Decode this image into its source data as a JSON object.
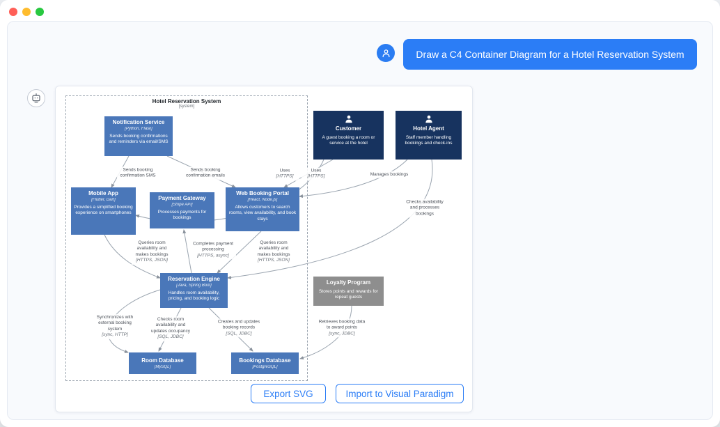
{
  "chat": {
    "prompt": "Draw a C4 Container Diagram for a Hotel Reservation System"
  },
  "icons": {
    "assistant": "bot-icon",
    "user": "person-icon"
  },
  "colors": {
    "container_blue": "#4a77b9",
    "actor_navy": "#17335f",
    "external_gray": "#8e8e8e",
    "accent_blue": "#2b7df6",
    "traffic_red": "#ff5f57",
    "traffic_yellow": "#febc2e",
    "traffic_green": "#28c840"
  },
  "diagram": {
    "boundary_title": "Hotel Reservation System",
    "boundary_subtitle": "[system]",
    "nodes": {
      "notification_service": {
        "title": "Notification Service",
        "tech": "[Python, Flask]",
        "desc": "Sends booking confirmations and reminders via email/SMS"
      },
      "customer": {
        "title": "Customer",
        "desc": "A guest booking a room or service at the hotel"
      },
      "hotel_agent": {
        "title": "Hotel Agent",
        "desc": "Staff member handling bookings and check-ins"
      },
      "mobile_app": {
        "title": "Mobile App",
        "tech": "[Flutter, Dart]",
        "desc": "Provides a simplified booking experience on smartphones"
      },
      "payment_gateway": {
        "title": "Payment Gateway",
        "tech": "[Stripe API]",
        "desc": "Processes payments for bookings"
      },
      "web_booking_portal": {
        "title": "Web Booking Portal",
        "tech": "[React, Node.js]",
        "desc": "Allows customers to search rooms, view availability, and book stays"
      },
      "reservation_engine": {
        "title": "Reservation Engine",
        "tech": "[Java, Spring Boot]",
        "desc": "Handles room availability, pricing, and booking logic"
      },
      "loyalty_program": {
        "title": "Loyalty Program",
        "desc": "Stores points and rewards for repeat guests"
      },
      "room_database": {
        "title": "Room Database",
        "tech": "[MySQL]"
      },
      "bookings_database": {
        "title": "Bookings Database",
        "tech": "[PostgreSQL]"
      }
    },
    "edges": {
      "notif_to_mobile": {
        "label": "Sends booking confirmation SMS"
      },
      "notif_to_portal": {
        "label": "Sends booking confirmation emails"
      },
      "customer_to_portal": {
        "label": "Uses",
        "tech": "[HTTPS]"
      },
      "customer_to_mobile": {
        "label": "Uses",
        "tech": "[HTTPS]"
      },
      "agent_to_portal": {
        "label": "Manages bookings"
      },
      "agent_to_engine": {
        "label": "Checks availability and processes bookings"
      },
      "mobile_to_engine": {
        "label": "Queries room availability and makes bookings",
        "tech": "[HTTPS, JSON]"
      },
      "engine_to_gateway": {
        "label": "Completes payment processing",
        "tech": "[HTTPS, async]"
      },
      "portal_to_engine": {
        "label": "Queries room availability and makes bookings",
        "tech": "[HTTPS, JSON]"
      },
      "engine_sync_external": {
        "label": "Synchronizes with external booking system",
        "tech": "[sync, HTTP]"
      },
      "engine_to_roomdb": {
        "label": "Checks room availability and updates occupancy",
        "tech": "[SQL, JDBC]"
      },
      "engine_to_bookingsdb": {
        "label": "Creates and updates booking records",
        "tech": "[SQL, JDBC]"
      },
      "loyalty_to_bookingsdb": {
        "label": "Retrieves booking data to award points",
        "tech": "[sync, JDBC]"
      }
    }
  },
  "buttons": {
    "export_svg": "Export SVG",
    "import_vp": "Import to Visual Paradigm"
  }
}
